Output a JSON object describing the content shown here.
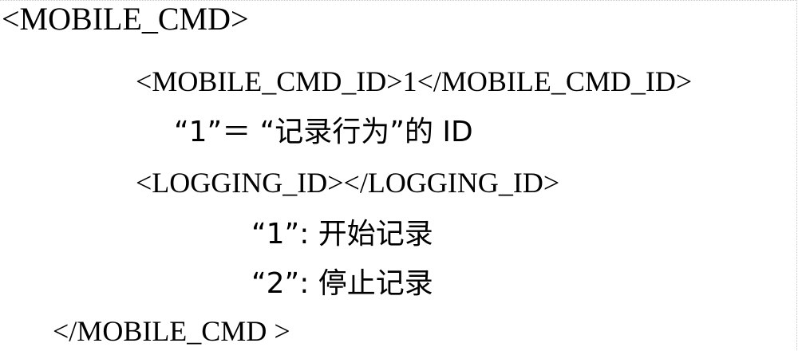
{
  "lines": {
    "open_tag": "<MOBILE_CMD>",
    "cmd_id": "<MOBILE_CMD_ID>1</MOBILE_CMD_ID>",
    "cmd_id_note": "“1”＝ “记录行为”的 ID",
    "logging_id": "<LOGGING_ID></LOGGING_ID>",
    "option_1": "“1”: 开始记录",
    "option_2": "“2”: 停止记录",
    "close_tag": "</MOBILE_CMD >"
  }
}
